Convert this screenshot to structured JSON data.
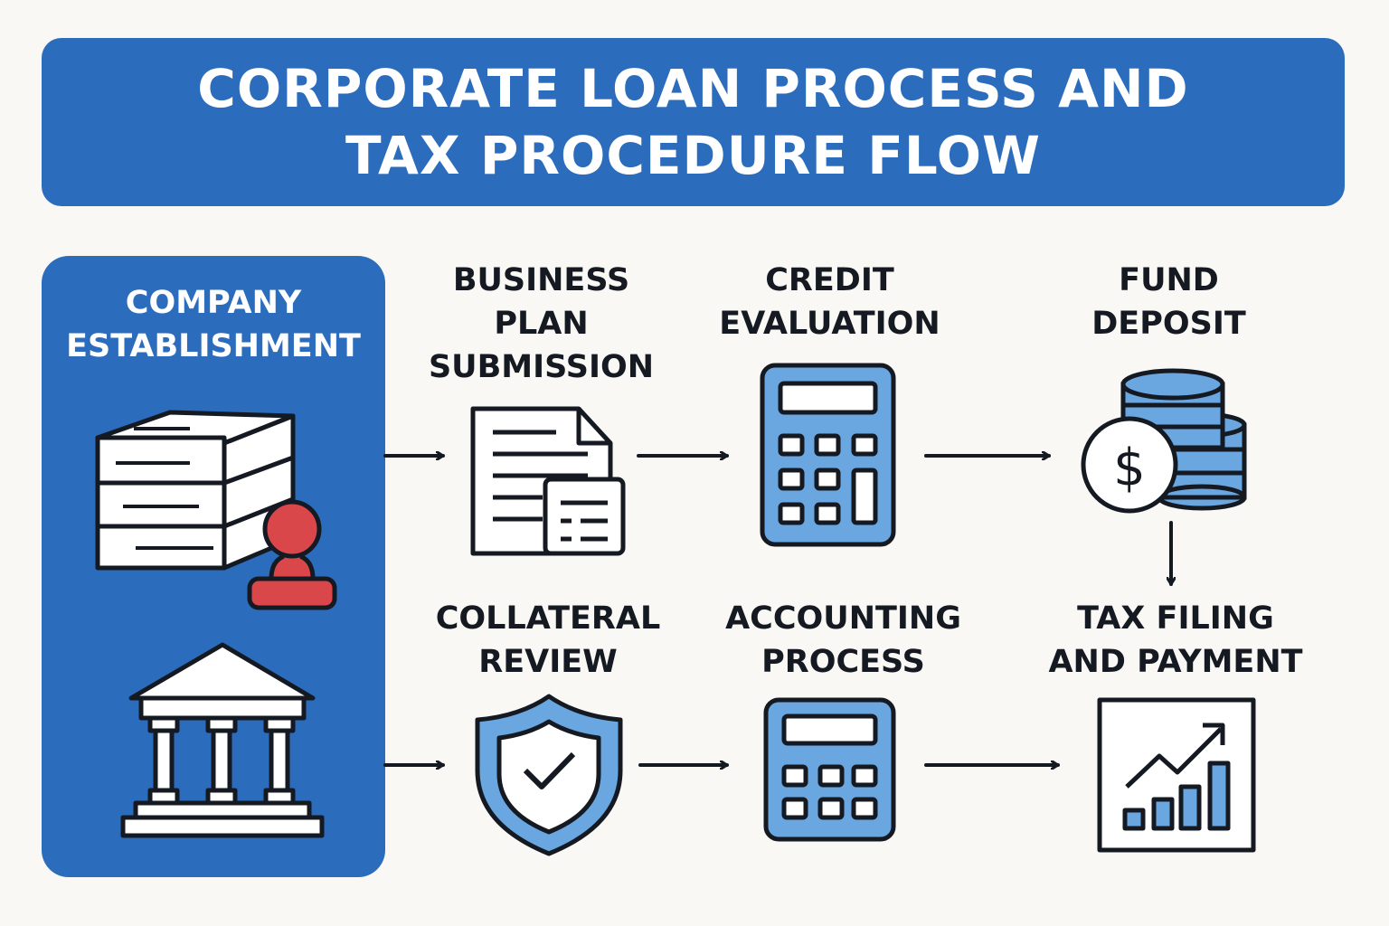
{
  "header": {
    "title_line1": "CORPORATE LOAN PROCESS AND",
    "title_line2": "TAX PROCEDURE FLOW"
  },
  "sidebar": {
    "title_line1": "COMPANY",
    "title_line2": "ESTABLISHMENT"
  },
  "steps": [
    {
      "id": "business-plan",
      "label_lines": [
        "BUSINESS",
        "PLAN",
        "SUBMISSION"
      ],
      "icon": "document-icon"
    },
    {
      "id": "credit-evaluation",
      "label_lines": [
        "CREDIT",
        "EVALUATION"
      ],
      "icon": "calculator-icon"
    },
    {
      "id": "fund-deposit",
      "label_lines": [
        "FUND",
        "DEPOSIT"
      ],
      "icon": "coins-dollar-icon"
    },
    {
      "id": "collateral-review",
      "label_lines": [
        "COLLATERAL",
        "REVIEW"
      ],
      "icon": "shield-check-icon"
    },
    {
      "id": "accounting-process",
      "label_lines": [
        "ACCOUNTING",
        "PROCESS"
      ],
      "icon": "calculator-icon"
    },
    {
      "id": "tax-filing",
      "label_lines": [
        "TAX FILING",
        "AND PAYMENT"
      ],
      "icon": "growth-chart-icon"
    }
  ],
  "colors": {
    "primary_blue": "#2b6cbd",
    "icon_light_blue": "#6aa7e0",
    "stamp_red": "#d9474b",
    "outline": "#151a22",
    "background": "#faf8f4"
  }
}
